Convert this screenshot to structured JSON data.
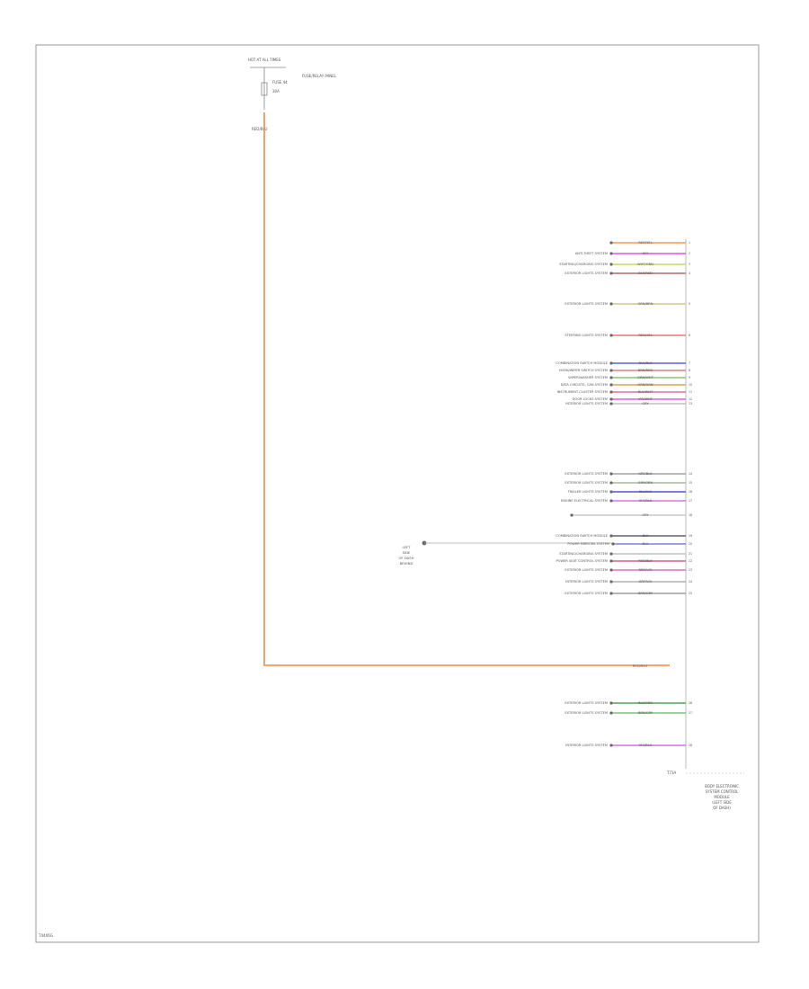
{
  "fuse_block": {
    "title": "HOT AT ALL TIMES",
    "fuse_label": "FUSE 44",
    "panel_label": "FUSE/RELAY PANEL",
    "rating": "30A",
    "wire_label": "RED/BLU"
  },
  "module": {
    "name_lines": [
      "BODY ELECTRONIC",
      "SYSTEM CONTROL",
      "MODULE",
      "(LEFT SIDE",
      "OF DASH)"
    ],
    "connector_id": "T73A"
  },
  "main_feed": {
    "color_label": "RED/BLU",
    "wire_color": "#ee8080"
  },
  "ground": {
    "label_lines": [
      "LEFT",
      "SIDE",
      "OF DASH",
      "BEHIND"
    ]
  },
  "circuits": [
    {
      "label": "",
      "color": "RED/YEL",
      "wire_color": "#f29c5c"
    },
    {
      "label": "ANTI-THEFT SYSTEM",
      "color": "VIO",
      "wire_color": "#e34ef0"
    },
    {
      "label": "STARTING/CHARGING SYSTEM",
      "color": "WHT/GRN",
      "wire_color": "#cfd36a"
    },
    {
      "label": "EXTERIOR LIGHTS SYSTEM",
      "color": "BLK/RED",
      "wire_color": "#b56a6a"
    },
    {
      "label": "EXTERIOR LIGHTS SYSTEM",
      "color": "GRN/BRN",
      "wire_color": "#c9c98a"
    },
    {
      "label": "STEERING LIGHTS SYSTEM",
      "color": "RED/YEL",
      "wire_color": "#f07070"
    },
    {
      "label": "COMBINATION SWITCH MODULE",
      "color": "BLU/BLK",
      "wire_color": "#6060d8"
    },
    {
      "label": "HORN/WIPER SWITCH SYSTEM",
      "color": "BRN/RED",
      "wire_color": "#d88080"
    },
    {
      "label": "WIPER/WASHER SYSTEM",
      "color": "GRN/WHT",
      "wire_color": "#8cc07a"
    },
    {
      "label": "DATA CIRCUITS, CAN SYSTEM",
      "color": "ORN/GRN",
      "wire_color": "#e0a050"
    },
    {
      "label": "INSTRUMENT CLUSTER SYSTEM",
      "color": "BLK/WHT",
      "wire_color": "#e07090"
    },
    {
      "label": "DOOR LOCKS SYSTEM",
      "color": "VIO/WHT",
      "wire_color": "#d860e0"
    },
    {
      "label": "INTERIOR LIGHTS SYSTEM",
      "color": "GRY",
      "wire_color": "#c0c0c0"
    },
    {
      "label": "EXTERIOR LIGHTS SYSTEM",
      "color": "GRY/BLK",
      "wire_color": "#a0a0a0"
    },
    {
      "label": "EXTERIOR LIGHTS SYSTEM",
      "color": "GRY/GRN",
      "wire_color": "#a8b89a"
    },
    {
      "label": "TRAILER LIGHTS SYSTEM",
      "color": "BLU/VIO",
      "wire_color": "#5050d8"
    },
    {
      "label": "ENGINE ELECTRICAL SYSTEM",
      "color": "VIO/BLK",
      "wire_color": "#e070e0"
    },
    {
      "label": "",
      "color": "GRY",
      "wire_color": "#c8c8c8"
    },
    {
      "label": "COMBINATION SWITCH MODULE",
      "color": "BLK",
      "wire_color": "#606060"
    },
    {
      "label": "POWER MIRRORS SYSTEM",
      "color": "BLU",
      "wire_color": "#8080e0"
    },
    {
      "label": "STARTING/CHARGING SYSTEM",
      "color": "",
      "wire_color": "#c0c0c0"
    },
    {
      "label": "POWER SEAT CONTROL SYSTEM",
      "color": "RED/BLK",
      "wire_color": "#d86080"
    },
    {
      "label": "EXTERIOR LIGHTS SYSTEM",
      "color": "RED/VIO",
      "wire_color": "#e070c0"
    },
    {
      "label": "INTERIOR LIGHTS SYSTEM",
      "color": "GRY/VIO",
      "wire_color": "#b0b0b0"
    },
    {
      "label": "EXTERIOR LIGHTS SYSTEM",
      "color": "BRN/GRY",
      "wire_color": "#a0a0a0"
    },
    {
      "label": "EXTERIOR LIGHTS SYSTEM",
      "color": "BLK/GRN",
      "wire_color": "#58a058"
    },
    {
      "label": "EXTERIOR LIGHTS SYSTEM",
      "color": "BRN/GRY",
      "wire_color": "#80c080"
    },
    {
      "label": "INTERIOR LIGHTS SYSTEM",
      "color": "VIO/BLU",
      "wire_color": "#d070e0"
    }
  ],
  "page_id": "T44X6G"
}
